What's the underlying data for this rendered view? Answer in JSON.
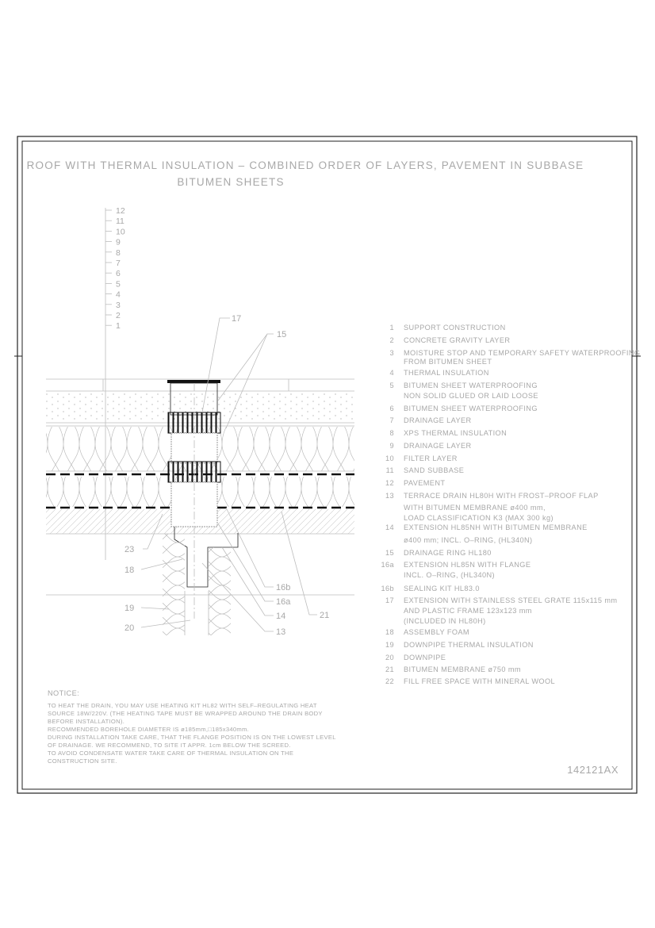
{
  "title": {
    "line1": "ROOF WITH THERMAL INSULATION – COMBINED ORDER OF LAYERS, PAVEMENT IN SUBBASE",
    "line2": "BITUMEN SHEETS"
  },
  "drawing_code": "142121AX",
  "layer_scale": [
    "12",
    "11",
    "10",
    "9",
    "8",
    "7",
    "6",
    "5",
    "4",
    "3",
    "2",
    "1"
  ],
  "callouts": {
    "c17": "17",
    "c15": "15",
    "c23": "23",
    "c18": "18",
    "c19": "19",
    "c20": "20",
    "c16b": "16b",
    "c16a": "16a",
    "c14": "14",
    "c13": "13",
    "c21": "21"
  },
  "legend": [
    {
      "num": "1",
      "lines": [
        "SUPPORT CONSTRUCTION"
      ]
    },
    {
      "num": "2",
      "lines": [
        "CONCRETE GRAVITY LAYER"
      ]
    },
    {
      "num": "3",
      "lines": [
        "MOISTURE STOP AND TEMPORARY SAFETY WATERPROOFING",
        "FROM BITUMEN SHEET"
      ]
    },
    {
      "num": "4",
      "lines": [
        "THERMAL INSULATION"
      ]
    },
    {
      "num": "5",
      "lines": [
        "BITUMEN SHEET WATERPROOFING",
        "NON SOLID GLUED OR LAID LOOSE"
      ]
    },
    {
      "num": "6",
      "lines": [
        "BITUMEN SHEET WATERPROOFING"
      ]
    },
    {
      "num": "7",
      "lines": [
        "DRAINAGE LAYER"
      ]
    },
    {
      "num": "8",
      "lines": [
        "XPS THERMAL INSULATION"
      ]
    },
    {
      "num": "9",
      "lines": [
        "DRAINAGE LAYER"
      ]
    },
    {
      "num": "10",
      "lines": [
        "FILTER LAYER"
      ]
    },
    {
      "num": "11",
      "lines": [
        "SAND SUBBASE"
      ]
    },
    {
      "num": "12",
      "lines": [
        "PAVEMENT"
      ]
    },
    {
      "num": "13",
      "lines": [
        "TERRACE DRAIN HL80H WITH FROST–PROOF FLAP",
        "WITH BITUMEN MEMBRANE ø400 mm,",
        "LOAD CLASSIFICATION K3 (MAX 300 kg)"
      ]
    },
    {
      "num": "14",
      "lines": [
        "EXTENSION HL85NH WITH BITUMEN MEMBRANE",
        "ø400 mm; INCL. O–RING, (HL340N)"
      ]
    },
    {
      "num": "15",
      "lines": [
        "DRAINAGE RING HL180"
      ]
    },
    {
      "num": "16a",
      "lines": [
        "EXTENSION HL85N WITH FLANGE",
        "INCL. O–RING, (HL340N)"
      ]
    },
    {
      "num": "16b",
      "lines": [
        "SEALING KIT HL83.0"
      ]
    },
    {
      "num": "17",
      "lines": [
        "EXTENSION WITH STAINLESS STEEL GRATE 115x115 mm",
        "AND PLASTIC FRAME 123x123 mm",
        "(INCLUDED IN HL80H)"
      ]
    },
    {
      "num": "18",
      "lines": [
        "ASSEMBLY FOAM"
      ]
    },
    {
      "num": "19",
      "lines": [
        "DOWNPIPE THERMAL INSULATION"
      ]
    },
    {
      "num": "20",
      "lines": [
        "DOWNPIPE"
      ]
    },
    {
      "num": "21",
      "lines": [
        "BITUMEN MEMBRANE ø750 mm"
      ]
    },
    {
      "num": "22",
      "lines": [
        "FILL FREE SPACE WITH MINERAL WOOL"
      ]
    }
  ],
  "notice": {
    "heading": "NOTICE:",
    "lines": [
      "TO HEAT THE DRAIN, YOU MAY USE HEATING KIT HL82 WITH SELF–REGULATING HEAT",
      "SOURCE 18W/220V. (THE HEATING TAPE MUST BE WRAPPED AROUND THE DRAIN BODY",
      "BEFORE INSTALLATION).",
      "RECOMMENDED BOREHOLE DIAMETER IS ø185mm,□185x340mm.",
      "DURING INSTALLATION TAKE CARE, THAT THE FLANGE POSITION IS ON THE LOWEST LEVEL",
      "OF DRAINAGE. WE RECOMMEND, TO SITE IT APPR. 1cm BELOW THE SCREED.",
      "TO AVOID CONDENSATE WATER TAKE CARE OF THERMAL INSULATION ON THE",
      "CONSTRUCTION SITE."
    ]
  },
  "colors": {
    "text": "#a8a8a8",
    "frame": "#222222",
    "linework": "#bdbdbd"
  }
}
